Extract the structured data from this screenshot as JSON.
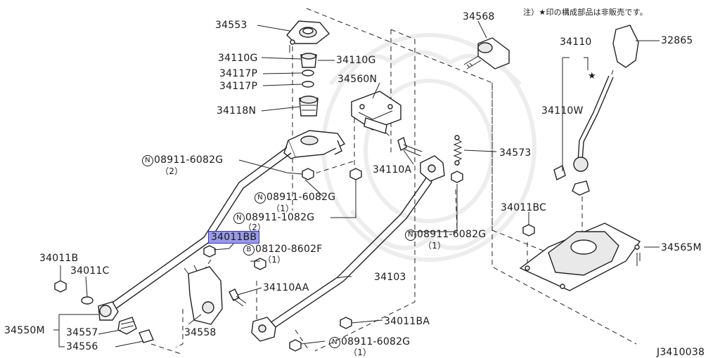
{
  "note": "注）★印の構成部品は非販売です。",
  "diagram_id": "J3410038",
  "labels": {
    "p34553": "34553",
    "p34568": "34568",
    "p34110G_a": "34110G",
    "p34110G_b": "34110G",
    "p34117P_a": "34117P",
    "p34117P_b": "34117P",
    "p34560N": "34560N",
    "p34118N": "34118N",
    "p34110": "34110",
    "p32865": "32865",
    "p34110W": "34110W",
    "p34573": "34573",
    "p34110A": "34110A",
    "p34011BC": "34011BC",
    "p34565M": "34565M",
    "p34011BB": "34011BB",
    "p34011B": "34011B",
    "p34011C": "34011C",
    "p34103": "34103",
    "p34110AA": "34110AA",
    "p34011BA": "34011BA",
    "p34550M": "34550M",
    "p34557": "34557",
    "p34556": "34556",
    "p34558": "34558"
  },
  "fasteners": {
    "f1": {
      "prefix": "N",
      "code": "08911-6082G",
      "qty": "（2）"
    },
    "f2": {
      "prefix": "N",
      "code": "08911-6082G",
      "qty": "（1）"
    },
    "f3": {
      "prefix": "N",
      "code": "08911-1082G",
      "qty": "（2）"
    },
    "f4": {
      "prefix": "B",
      "code": "08120-8602F",
      "qty": "（1）"
    },
    "f5": {
      "prefix": "N",
      "code": "08911-6082G",
      "qty": "（1）"
    },
    "f6": {
      "prefix": "N",
      "code": "08911-6082G",
      "qty": "（1）"
    }
  },
  "symbols": {
    "star": "★"
  }
}
